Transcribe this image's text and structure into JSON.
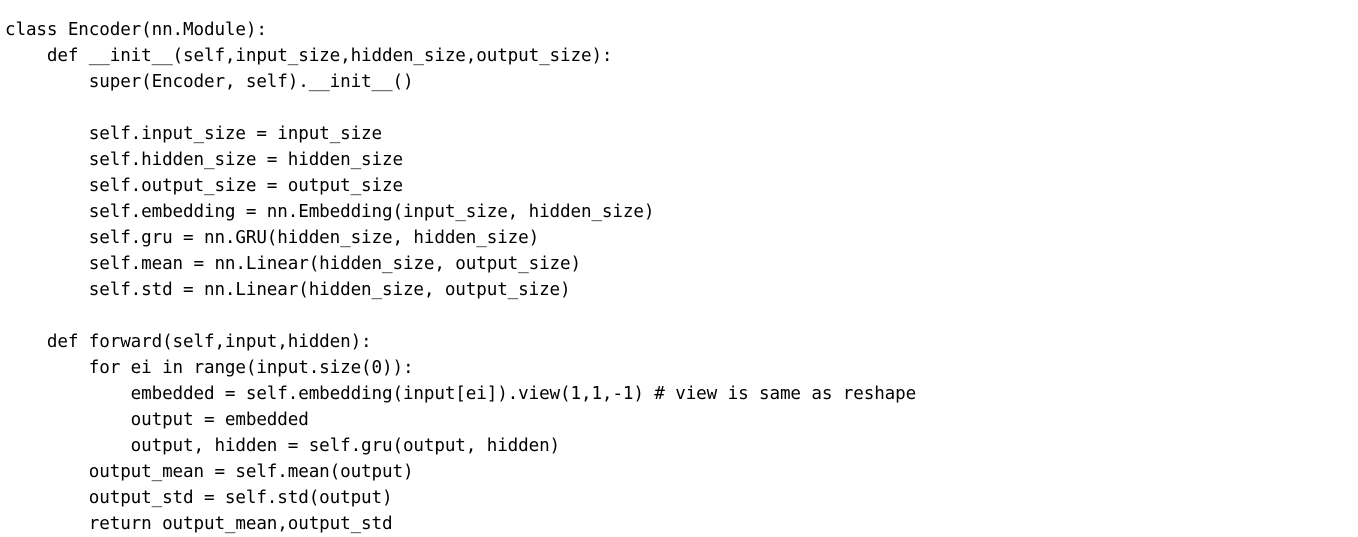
{
  "document": {
    "kind": "source-code-listing",
    "language": "python",
    "background_color": "#ffffff",
    "text_color": "#000000",
    "indent_unit_spaces": 4
  },
  "code": {
    "lines": [
      {
        "indent": 0,
        "text": "class Encoder(nn.Module):"
      },
      {
        "indent": 1,
        "text": "def __init__(self,input_size,hidden_size,output_size):"
      },
      {
        "indent": 2,
        "text": "super(Encoder, self).__init__()"
      },
      {
        "indent": 0,
        "text": ""
      },
      {
        "indent": 2,
        "text": "self.input_size = input_size"
      },
      {
        "indent": 2,
        "text": "self.hidden_size = hidden_size"
      },
      {
        "indent": 2,
        "text": "self.output_size = output_size"
      },
      {
        "indent": 2,
        "text": "self.embedding = nn.Embedding(input_size, hidden_size)"
      },
      {
        "indent": 2,
        "text": "self.gru = nn.GRU(hidden_size, hidden_size)"
      },
      {
        "indent": 2,
        "text": "self.mean = nn.Linear(hidden_size, output_size)"
      },
      {
        "indent": 2,
        "text": "self.std = nn.Linear(hidden_size, output_size)"
      },
      {
        "indent": 0,
        "text": ""
      },
      {
        "indent": 1,
        "text": "def forward(self,input,hidden):"
      },
      {
        "indent": 2,
        "text": "for ei in range(input.size(0)):"
      },
      {
        "indent": 3,
        "text": "embedded = self.embedding(input[ei]).view(1,1,-1) # view is same as reshape"
      },
      {
        "indent": 3,
        "text": "output = embedded"
      },
      {
        "indent": 3,
        "text": "output, hidden = self.gru(output, hidden)"
      },
      {
        "indent": 2,
        "text": "output_mean = self.mean(output)"
      },
      {
        "indent": 2,
        "text": "output_std = self.std(output)"
      },
      {
        "indent": 2,
        "text": "return output_mean,output_std"
      }
    ]
  }
}
